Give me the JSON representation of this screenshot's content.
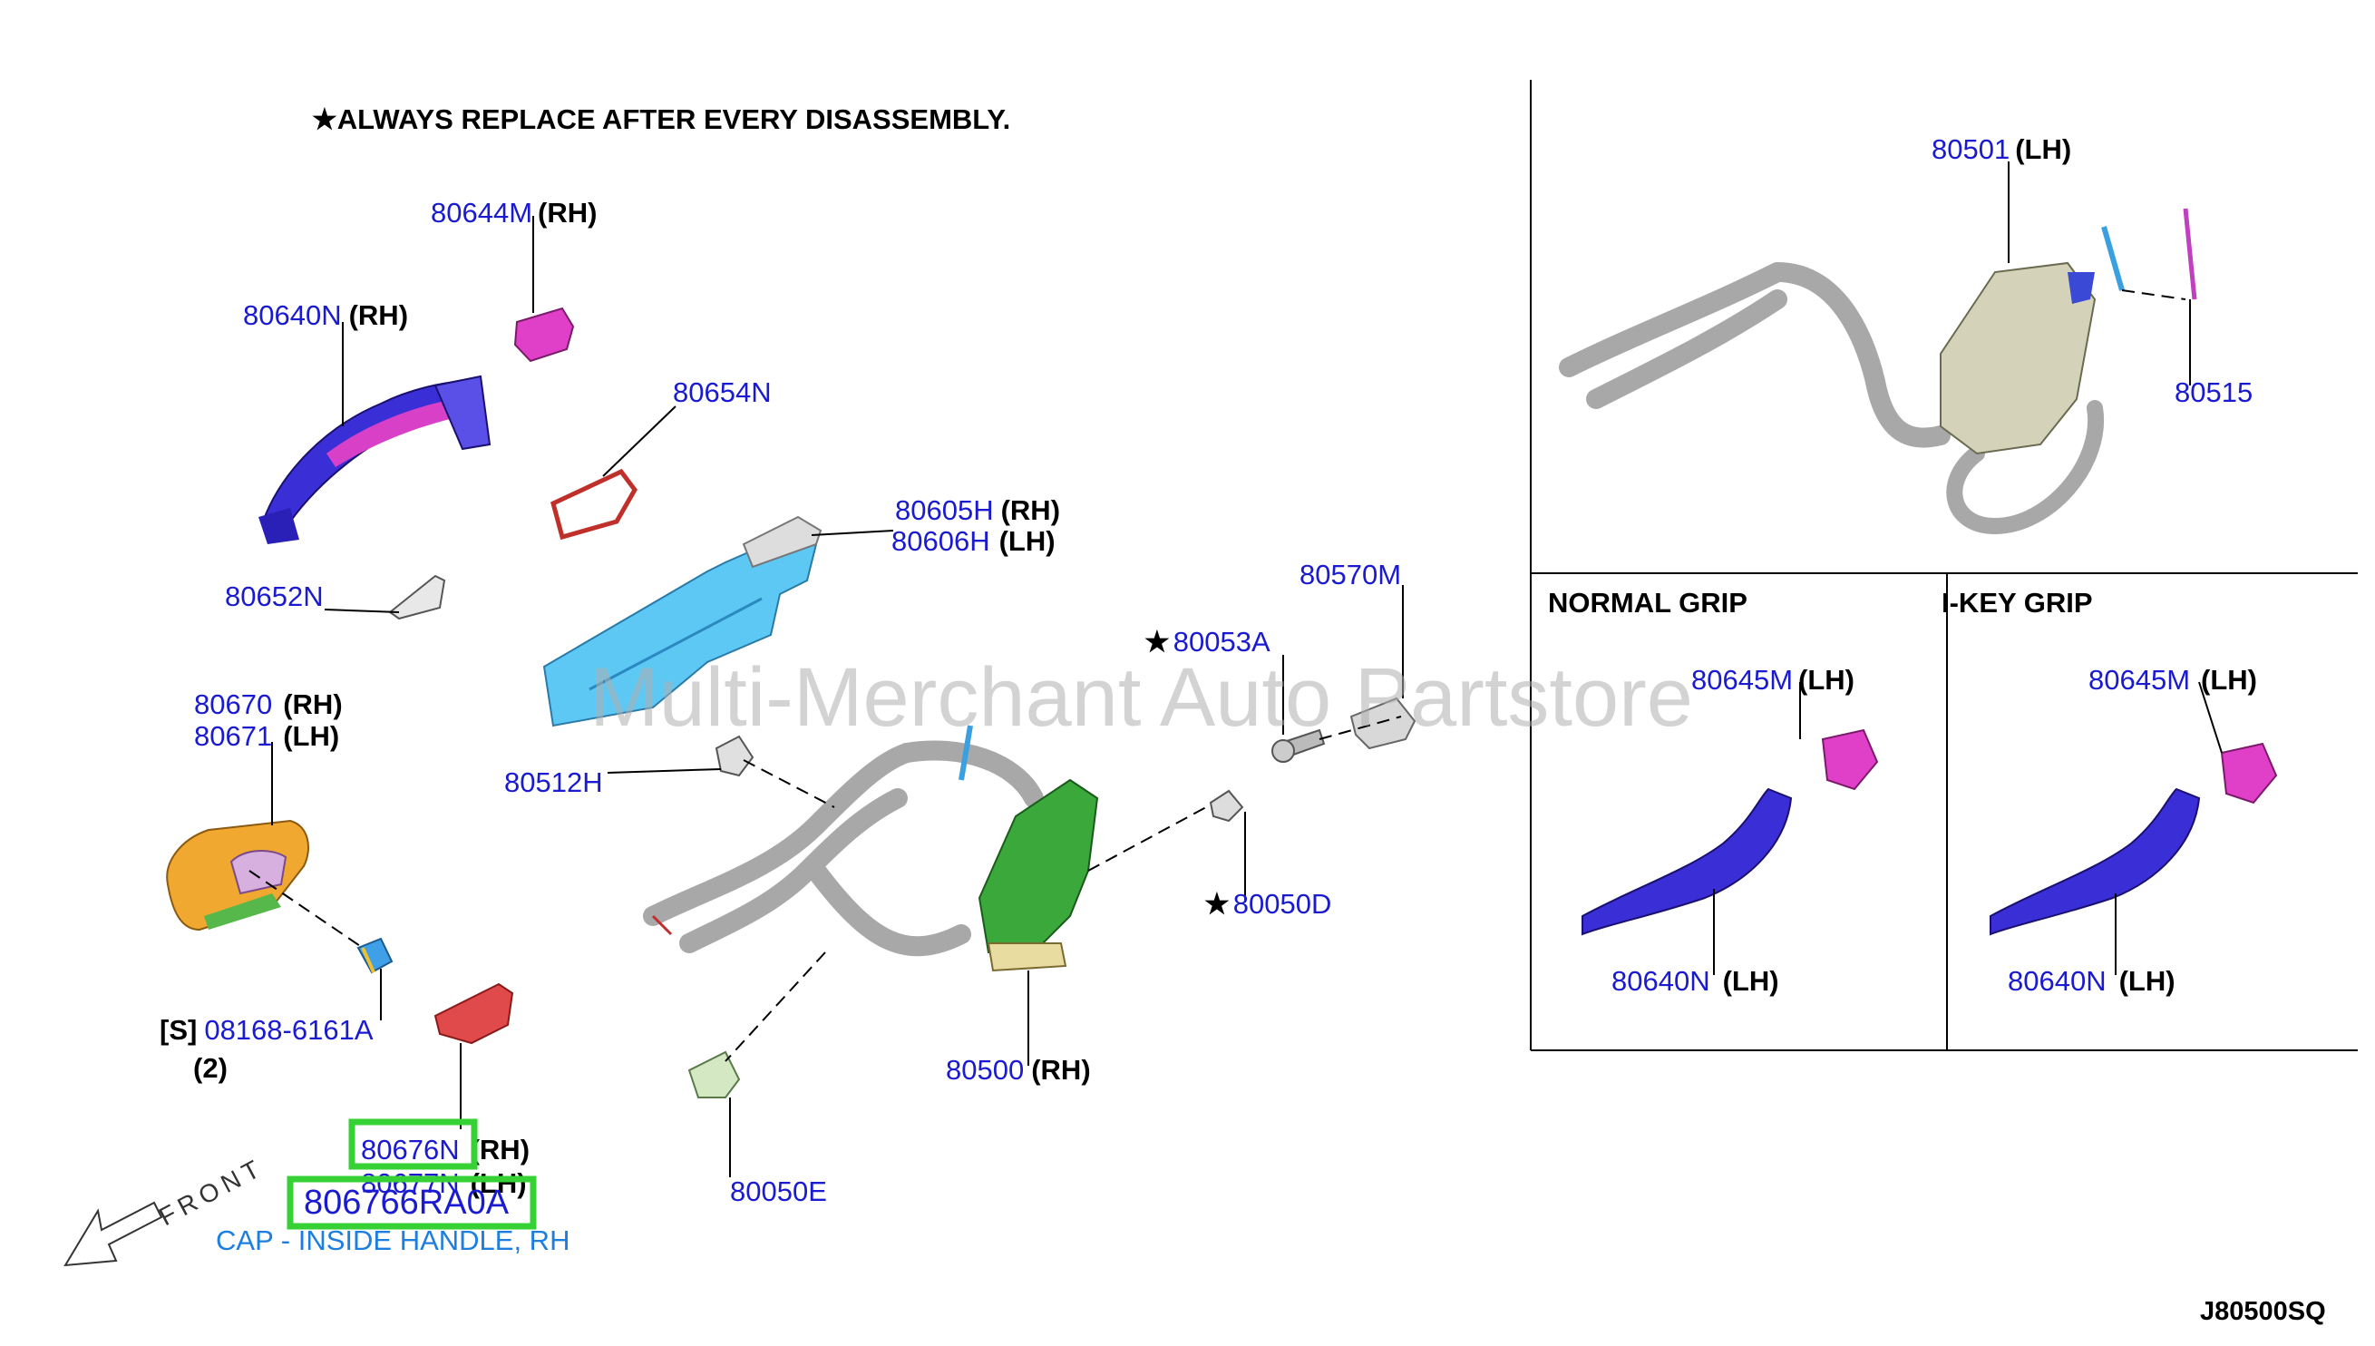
{
  "note": "★ALWAYS REPLACE AFTER EVERY DISASSEMBLY.",
  "diagram_code": "J80500SQ",
  "watermark": "Multi-Merchant Auto Partstore",
  "front_label": "FRONT",
  "panels": {
    "normal_grip": "NORMAL GRIP",
    "ikey_grip": "I-KEY GRIP"
  },
  "callouts": {
    "c80644m": {
      "num": "80644M",
      "qual": "(RH)"
    },
    "c80640n": {
      "num": "80640N",
      "qual": "(RH)"
    },
    "c80654n": {
      "num": "80654N"
    },
    "c80605h": {
      "num": "80605H",
      "qual": "(RH)"
    },
    "c80606h": {
      "num": "80606H",
      "qual": "(LH)"
    },
    "c80652n": {
      "num": "80652N"
    },
    "c80670": {
      "num": "80670",
      "qual": "(RH)"
    },
    "c80671": {
      "num": "80671",
      "qual": "(LH)"
    },
    "c80570m": {
      "num": "80570M"
    },
    "c80053a": {
      "num": "80053A",
      "star": "★"
    },
    "c80512h": {
      "num": "80512H"
    },
    "c80050d": {
      "num": "80050D",
      "star": "★"
    },
    "c08168": {
      "prefix": "[S]",
      "num": "08168-6161A",
      "count": "(2)"
    },
    "c80500": {
      "num": "80500",
      "qual": "(RH)"
    },
    "c80676n": {
      "num": "80676N",
      "qual": "(RH)"
    },
    "c80677n": {
      "num": "80677N",
      "qual": "(LH)"
    },
    "c80050e": {
      "num": "80050E"
    },
    "c80501": {
      "num": "80501",
      "qual": "(LH)"
    },
    "c80515": {
      "num": "80515"
    },
    "c80645m_normal": {
      "num": "80645M",
      "qual": "(LH)"
    },
    "c80640n_normal": {
      "num": "80640N",
      "qual": "(LH)"
    },
    "c80645m_ikey": {
      "num": "80645M",
      "qual": "(LH)"
    },
    "c80640n_ikey": {
      "num": "80640N",
      "qual": "(LH)"
    }
  },
  "selected_part": {
    "number": "806766RA0A",
    "description": "CAP - INSIDE HANDLE, RH"
  },
  "colors": {
    "part_number": "#1a1ad0",
    "highlight": "#35d135",
    "selected_description": "#1c7fe0"
  }
}
